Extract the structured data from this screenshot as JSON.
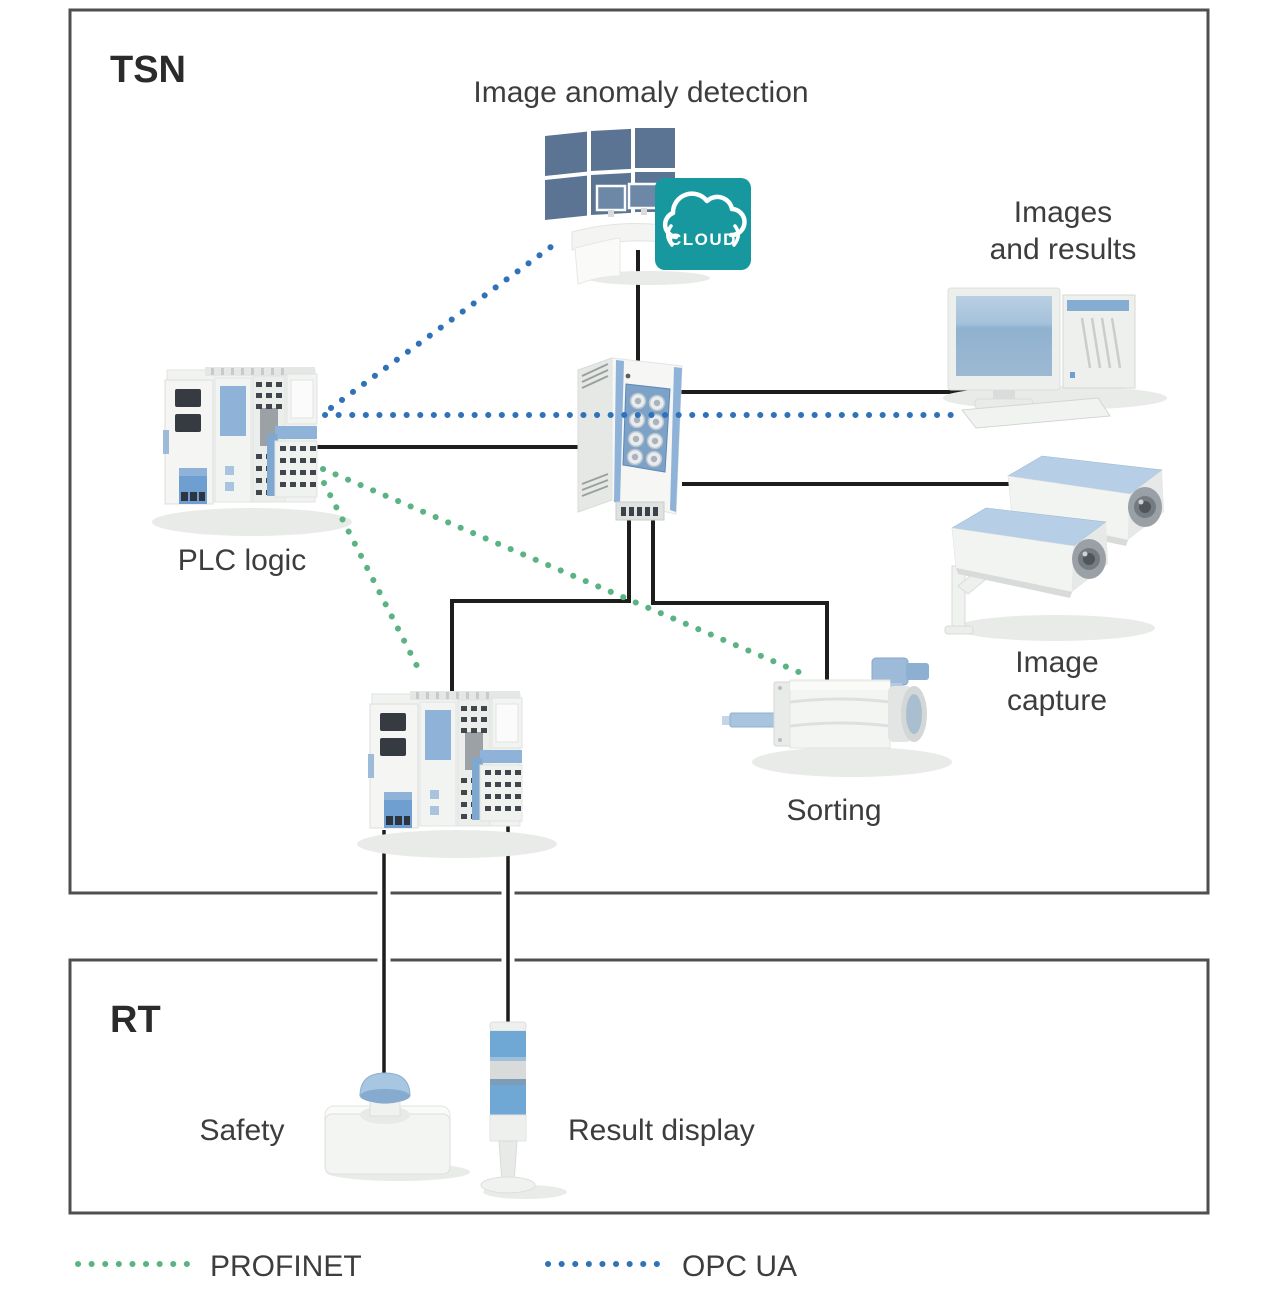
{
  "zones": {
    "tsn": "TSN",
    "rt": "RT"
  },
  "nodes": {
    "image_anomaly_detection": {
      "label": "Image anomaly detection"
    },
    "cloud_badge": {
      "label": "CLOUD",
      "color": "#17989f"
    },
    "images_and_results": {
      "label_line1": "Images",
      "label_line2": "and results"
    },
    "plc_logic": {
      "label": "PLC logic"
    },
    "image_capture": {
      "label_line1": "Image",
      "label_line2": "capture"
    },
    "sorting": {
      "label": "Sorting"
    },
    "safety": {
      "label": "Safety"
    },
    "result_display": {
      "label": "Result display"
    }
  },
  "legend": {
    "profinet": {
      "label": "PROFINET",
      "color": "#5bb383",
      "style": "dotted"
    },
    "opc_ua": {
      "label": "OPC UA",
      "color": "#2f72b9",
      "style": "dotted"
    }
  },
  "connections": {
    "ethernet_solid": [
      "plc-logic - network-switch",
      "network-switch - anomaly-detection-desk",
      "network-switch - images-and-results-pc",
      "network-switch - image-capture-cameras",
      "network-switch - io-station",
      "network-switch - sorting-motor",
      "io-station - safety-estop",
      "io-station - result-display-tower"
    ],
    "opc_ua_dotted": [
      "plc-logic - anomaly-detection-desk",
      "plc-logic - images-and-results-pc"
    ],
    "profinet_dotted": [
      "plc-logic - io-station",
      "plc-logic - sorting-motor"
    ]
  },
  "colors": {
    "zone_border": "#4f4f4f",
    "solid_line": "#1d1d1b",
    "text": "#3d3d3d",
    "device_blue_light": "#b7cfe6",
    "device_blue": "#8fb3d8",
    "panel_blue": "#7da2c8",
    "monitor_slate": "#5b7494",
    "cloud_teal": "#17989f"
  }
}
